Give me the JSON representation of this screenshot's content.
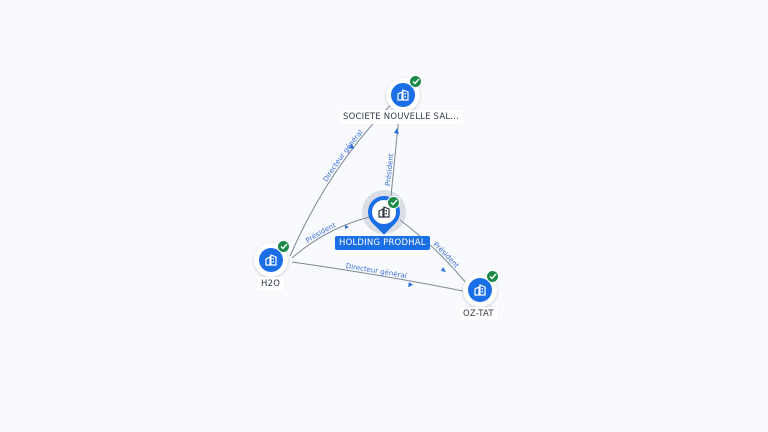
{
  "colors": {
    "accent": "#1a6ee6",
    "verified": "#1d8a4a",
    "edge": "#7d8794",
    "edge_label": "#3a6fd8"
  },
  "center": {
    "label": "HOLDING PRODHAL",
    "icon": "building-icon",
    "verified": true
  },
  "nodes": [
    {
      "id": "societe",
      "label": "SOCIETE NOUVELLE SAL...",
      "icon": "building-icon",
      "verified": true
    },
    {
      "id": "h2o",
      "label": "H2O",
      "icon": "building-icon",
      "verified": true
    },
    {
      "id": "oztat",
      "label": "OZ-TAT",
      "icon": "building-icon",
      "verified": true
    }
  ],
  "edges": [
    {
      "from": "h2o",
      "to": "societe",
      "label": "Directeur général"
    },
    {
      "from": "center",
      "to": "societe",
      "label": "Président"
    },
    {
      "from": "h2o",
      "to": "center",
      "label": "Président"
    },
    {
      "from": "center",
      "to": "oztat",
      "label": "Président"
    },
    {
      "from": "h2o",
      "to": "oztat",
      "label": "Directeur général"
    }
  ]
}
